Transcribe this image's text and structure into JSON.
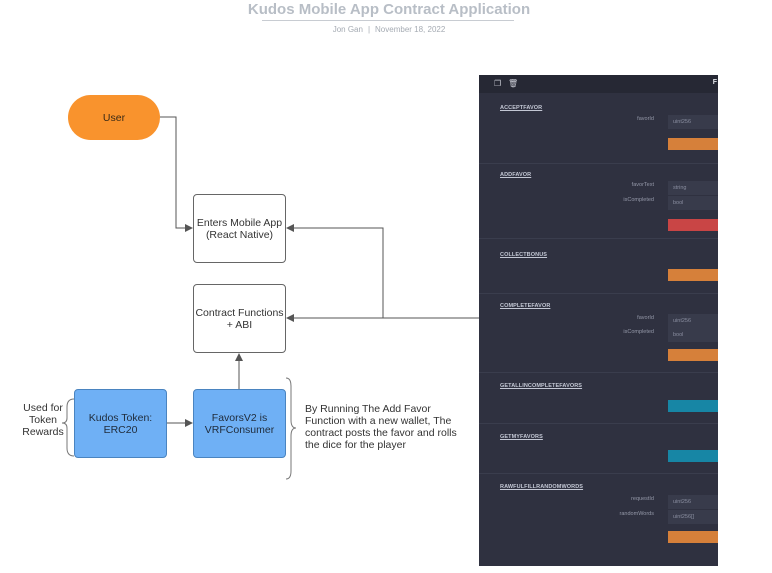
{
  "header": {
    "title": "Kudos Mobile App Contract Application",
    "author": "Jon Gan",
    "separator": "|",
    "date": "November 18, 2022"
  },
  "nodes": {
    "user": "User",
    "enters_app": "Enters Mobile App (React Native)",
    "contract_functions": "Contract Functions + ABI",
    "kudos_token": "Kudos Token: ERC20",
    "favors": "FavorsV2 is VRFConsumer"
  },
  "labels": {
    "token_rewards": "Used for Token Rewards",
    "note": "By Running The Add Favor Function with a new wallet, The contract posts the favor and rolls the dice for the player"
  },
  "colors": {
    "user_fill": "#f9932d",
    "blue_fill": "#6fb0f5",
    "panel_bg": "#2f3140",
    "orange_button": "#d6803a",
    "red_button": "#c94545",
    "blue_button": "#1786a5"
  },
  "panel": {
    "top_right_letter": "F",
    "functions": [
      {
        "name": "ACCEPTFAVOR",
        "params": [
          {
            "name": "favorId",
            "type": "uint256"
          }
        ],
        "button_color": "orange"
      },
      {
        "name": "ADDFAVOR",
        "params": [
          {
            "name": "favorText",
            "type": "string"
          },
          {
            "name": "isCompleted",
            "type": "bool"
          }
        ],
        "button_color": "red"
      },
      {
        "name": "COLLECTBONUS",
        "params": [],
        "button_color": "orange"
      },
      {
        "name": "COMPLETEFAVOR",
        "params": [
          {
            "name": "favorId",
            "type": "uint256"
          },
          {
            "name": "isCompleted",
            "type": "bool"
          }
        ],
        "button_color": "orange"
      },
      {
        "name": "GETALLINCOMPLETEFAVORS",
        "params": [],
        "button_color": "blue"
      },
      {
        "name": "GETMYFAVORS",
        "params": [],
        "button_color": "blue"
      },
      {
        "name": "RAWFULFILLRANDOMWORDS",
        "params": [
          {
            "name": "requestId",
            "type": "uint256"
          },
          {
            "name": "randomWords",
            "type": "uint256[]"
          }
        ],
        "button_color": "orange"
      }
    ]
  }
}
